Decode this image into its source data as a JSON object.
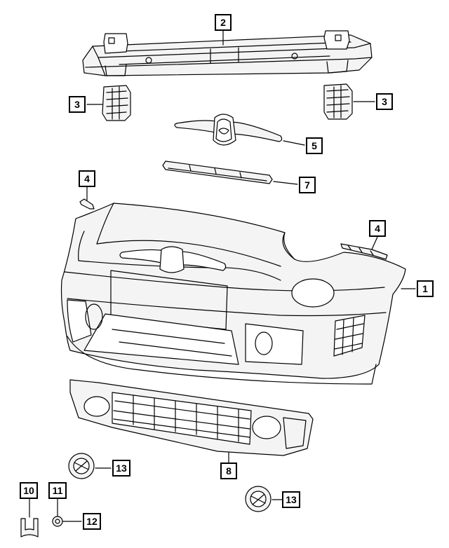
{
  "diagram": {
    "callouts": [
      {
        "id": "c1",
        "label": "1"
      },
      {
        "id": "c2",
        "label": "2"
      },
      {
        "id": "c3a",
        "label": "3"
      },
      {
        "id": "c3b",
        "label": "3"
      },
      {
        "id": "c4a",
        "label": "4"
      },
      {
        "id": "c4b",
        "label": "4"
      },
      {
        "id": "c5",
        "label": "5"
      },
      {
        "id": "c7",
        "label": "7"
      },
      {
        "id": "c8",
        "label": "8"
      },
      {
        "id": "c10",
        "label": "10"
      },
      {
        "id": "c11",
        "label": "11"
      },
      {
        "id": "c12",
        "label": "12"
      },
      {
        "id": "c13a",
        "label": "13"
      },
      {
        "id": "c13b",
        "label": "13"
      }
    ]
  },
  "colors": {
    "line": "#000000",
    "background": "#ffffff",
    "fill": "#f4f4f4"
  }
}
